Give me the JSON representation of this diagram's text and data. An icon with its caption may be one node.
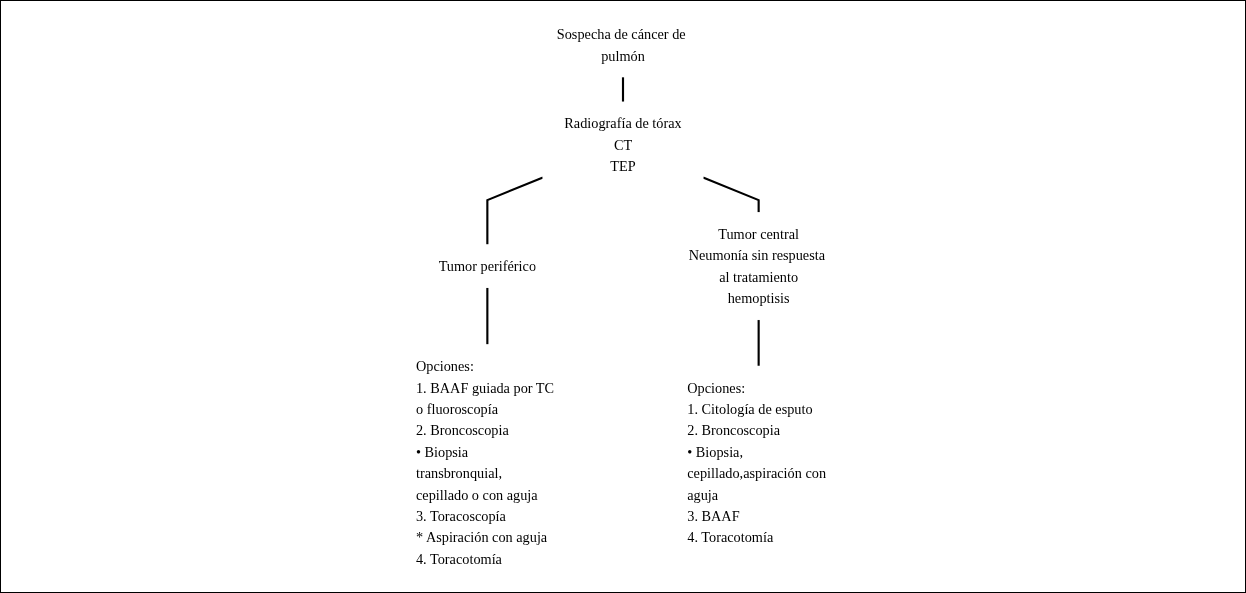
{
  "diagram": {
    "nodes": [
      {
        "text": [
          "Sospecha de cáncer de pulmón"
        ]
      },
      {
        "text": [
          "Radiografía de tórax",
          "CT",
          "TEP"
        ]
      },
      {
        "text": [
          "Tumor periférico"
        ]
      },
      {
        "text": [
          "Tumor central",
          "Neumonía sin respuesta al tratamiento",
          "hemoptisis"
        ]
      },
      {
        "text": [
          "Opciones:",
          "1. BAAF guiada por TC o fluoroscopía",
          "2. Broncoscopia",
          "• Biopsia transbronquial, cepillado o con aguja",
          "3. Toracoscopía",
          "* Aspiración con aguja",
          "4. Toracotomía"
        ]
      },
      {
        "text": [
          "Opciones:",
          "1. Citología de esputo",
          "2. Broncoscopia",
          "• Biopsia, cepillado,aspiración con aguja",
          "3. BAAF",
          "4. Toracotomía"
        ]
      }
    ],
    "edges": [
      {
        "from": 0,
        "to": 1,
        "arrow": "none"
      },
      {
        "from": 1,
        "to": 2,
        "arrow": "none"
      },
      {
        "from": 1,
        "to": 3,
        "arrow": "none"
      },
      {
        "from": 2,
        "to": 4,
        "arrow": "none"
      },
      {
        "from": 3,
        "to": 5,
        "arrow": "none"
      }
    ]
  }
}
